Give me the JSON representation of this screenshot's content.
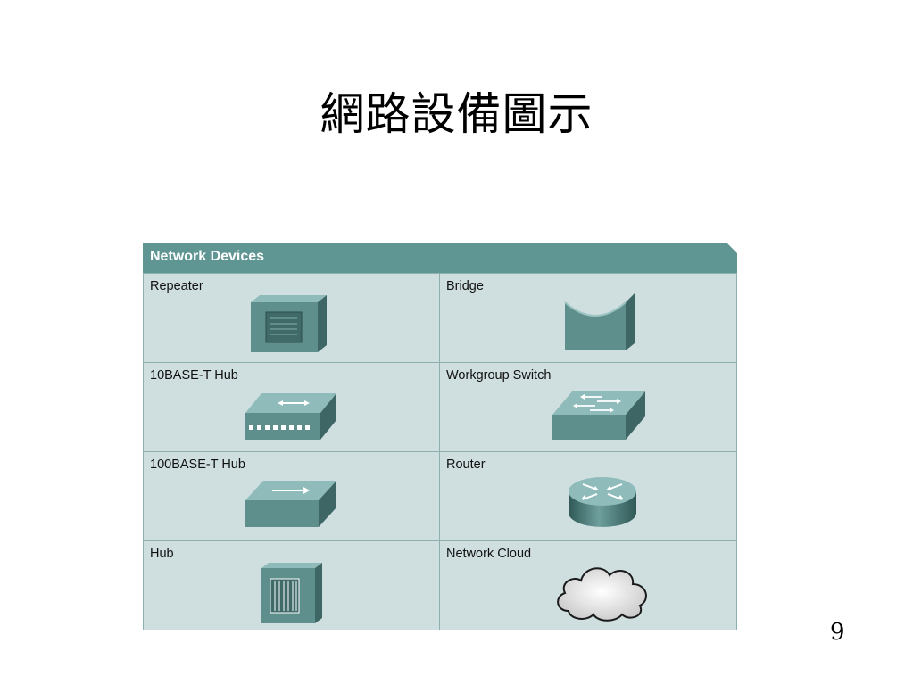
{
  "slide": {
    "title": "網路設備圖示",
    "page_number": "9"
  },
  "table": {
    "header": "Network Devices",
    "rows": [
      {
        "left": {
          "label": "Repeater",
          "icon": "repeater-icon"
        },
        "right": {
          "label": "Bridge",
          "icon": "bridge-icon"
        }
      },
      {
        "left": {
          "label": "10BASE-T Hub",
          "icon": "hub-10base-t-icon"
        },
        "right": {
          "label": "Workgroup Switch",
          "icon": "workgroup-switch-icon"
        }
      },
      {
        "left": {
          "label": "100BASE-T Hub",
          "icon": "hub-100base-t-icon"
        },
        "right": {
          "label": "Router",
          "icon": "router-icon"
        }
      },
      {
        "left": {
          "label": "Hub",
          "icon": "hub-icon"
        },
        "right": {
          "label": "Network Cloud",
          "icon": "network-cloud-icon"
        }
      }
    ]
  },
  "colors": {
    "header": "#5f9694",
    "cell_background": "#cfdfe0",
    "icon_front": "#5e8f8d",
    "icon_top": "#8fbcba",
    "icon_side": "#3d6664"
  }
}
